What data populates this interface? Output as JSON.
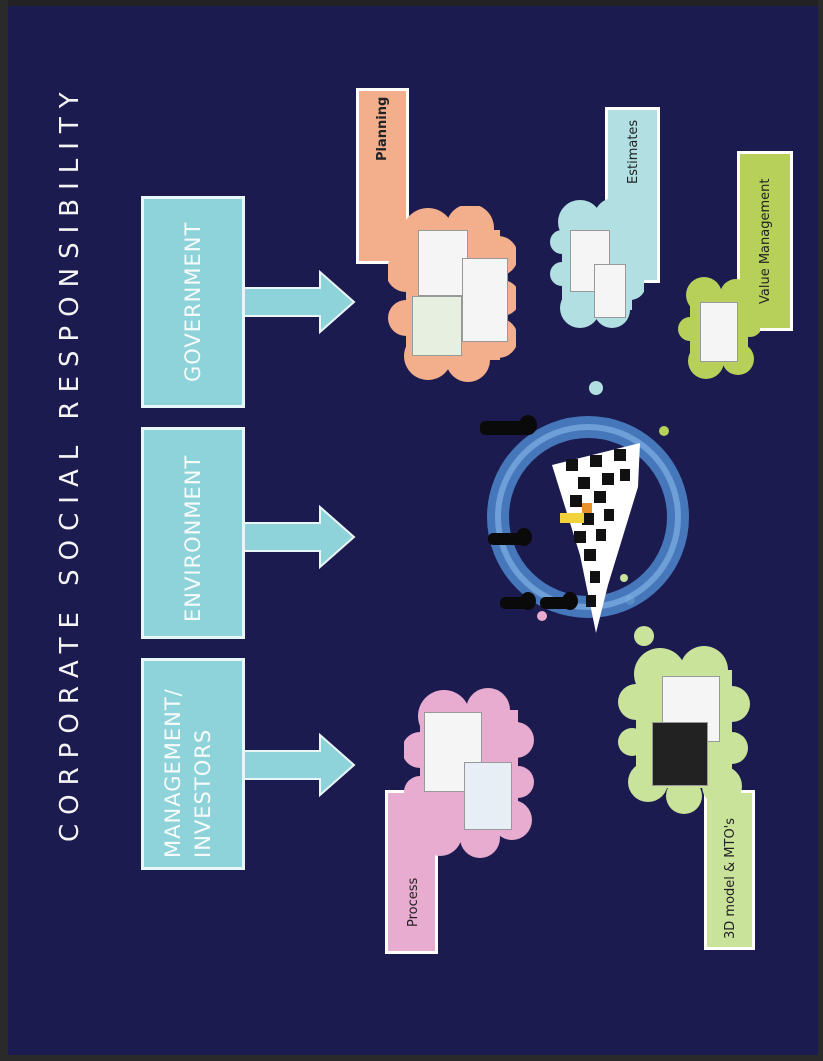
{
  "title": "CORPORATE SOCIAL RESPONSIBILITY",
  "categories": {
    "management": "MANAGEMENT/",
    "management_2": "INVESTORS",
    "environment": "ENVIRONMENT",
    "government": "GOVERNMENT"
  },
  "outputs": {
    "planning": "Planning",
    "estimates": "Estimates",
    "value_management": "Value Management",
    "process": "Process",
    "model": "3D model & MTO's"
  },
  "colors": {
    "background": "#1b1b50",
    "category_box": "#8fd3da",
    "planning": "#f3ae8c",
    "estimates": "#b2e0e2",
    "value_management": "#b6d05a",
    "process": "#e8acd0",
    "model": "#c9e39a"
  }
}
